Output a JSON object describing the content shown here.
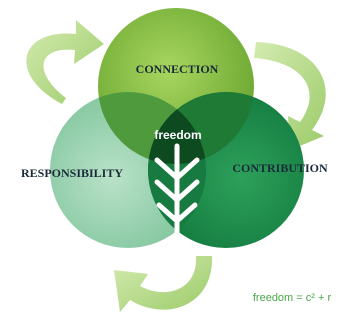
{
  "diagram": {
    "circles": {
      "top": {
        "label": "CONNECTION"
      },
      "left": {
        "label": "RESPONSIBILITY"
      },
      "right": {
        "label": "CONTRIBUTION"
      }
    },
    "center": {
      "label": "freedom"
    },
    "formula": "freedom = c² + r"
  },
  "colors": {
    "top_circle": "#7ab53a",
    "left_circle": "#9ed3b4",
    "right_circle": "#1f8a4c",
    "center_overlap": "#0f4a1e",
    "arrow_fill": "#b7d98a",
    "label_text": "#1b2a3a",
    "formula_text": "#4aa84a",
    "center_text": "#ffffff"
  },
  "icons": {
    "center": "branch-icon",
    "arrows": "curved-arrow-icon"
  }
}
